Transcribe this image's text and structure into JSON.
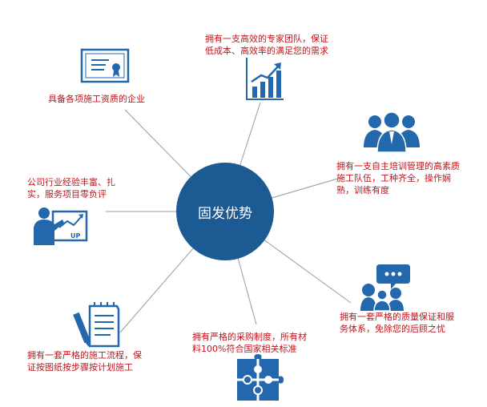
{
  "center": {
    "label": "固发优势"
  },
  "colors": {
    "hub": "#1c5a94",
    "icon": "#2367ad",
    "text": "#c0141b",
    "spoke": "#9a9a9a"
  },
  "nodes": [
    {
      "id": "qualification",
      "icon": "certificate-icon",
      "lines": [
        "具备各项施工资质的企业"
      ]
    },
    {
      "id": "expert-team",
      "icon": "growth-chart-icon",
      "lines": [
        "拥有一支高效的专家团队，保证",
        "低成本、高效率的满足您的需求"
      ]
    },
    {
      "id": "workforce",
      "icon": "team-icon",
      "lines": [
        "拥有一支自主培训管理的高素质",
        "施工队伍，工种齐全，操作娴",
        "熟，训练有度"
      ]
    },
    {
      "id": "experience",
      "icon": "presentation-up-icon",
      "lines": [
        "公司行业经验丰富、扎",
        "实，服务项目零负评"
      ]
    },
    {
      "id": "quality-service",
      "icon": "support-chat-icon",
      "lines": [
        "拥有一套严格的质量保证和服",
        "务体系，免除您的后顾之忧"
      ]
    },
    {
      "id": "construction-process",
      "icon": "documents-pen-icon",
      "lines": [
        "拥有一套严格的施工流程，保",
        "证按图纸按步骤按计划施工"
      ]
    },
    {
      "id": "procurement",
      "icon": "puzzle-icon",
      "lines": [
        "拥有严格的采购制度，所有材",
        "料100%符合国家相关标准"
      ]
    }
  ]
}
